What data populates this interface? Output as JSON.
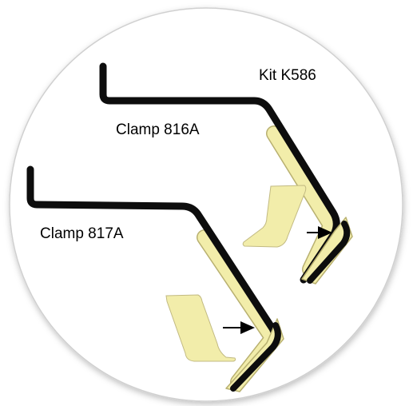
{
  "kit_label": "Kit K586",
  "clamps": [
    {
      "label": "Clamp 816A"
    },
    {
      "label": "Clamp 817A"
    }
  ],
  "colors": {
    "background": "#ffffff",
    "disc": "#ffffff",
    "disc_border": "#cccccc",
    "clamp_wire": "#0d0d0d",
    "pad_fill": "#f2edaa",
    "pad_stroke": "#b8b070",
    "arrow": "#000000"
  }
}
